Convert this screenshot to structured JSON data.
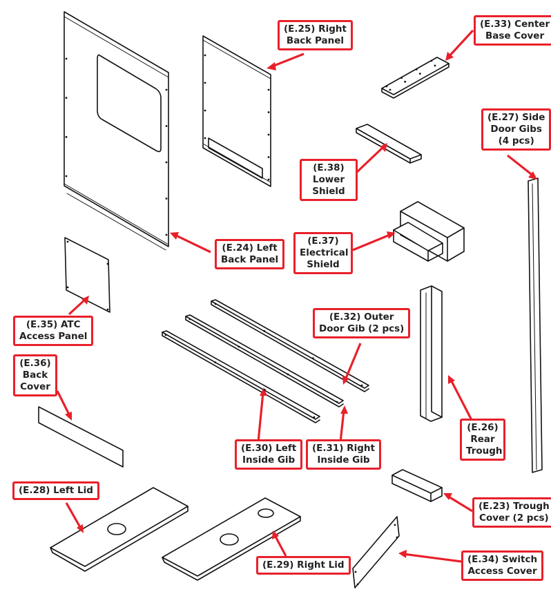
{
  "diagram": {
    "type": "exploded-parts-diagram",
    "accent_color": "#e8202a",
    "line_color": "#111111",
    "parts": [
      {
        "id": "E.24",
        "lines": [
          "(E.24) Left",
          "Back Panel"
        ]
      },
      {
        "id": "E.25",
        "lines": [
          "(E.25) Right",
          "Back Panel"
        ]
      },
      {
        "id": "E.33",
        "lines": [
          "(E.33) Center",
          "Base Cover"
        ]
      },
      {
        "id": "E.27",
        "lines": [
          "(E.27) Side",
          "Door Gibs",
          "(4 pcs)"
        ]
      },
      {
        "id": "E.38",
        "lines": [
          "(E.38)",
          "Lower",
          "Shield"
        ]
      },
      {
        "id": "E.37",
        "lines": [
          "(E.37)",
          "Electrical",
          "Shield"
        ]
      },
      {
        "id": "E.35",
        "lines": [
          "(E.35) ATC",
          "Access Panel"
        ]
      },
      {
        "id": "E.32",
        "lines": [
          "(E.32) Outer",
          "Door Gib (2 pcs)"
        ]
      },
      {
        "id": "E.36",
        "lines": [
          "(E.36)",
          "Back",
          "Cover"
        ]
      },
      {
        "id": "E.30",
        "lines": [
          "(E.30) Left",
          "Inside Gib"
        ]
      },
      {
        "id": "E.31",
        "lines": [
          "(E.31) Right",
          "Inside Gib"
        ]
      },
      {
        "id": "E.26",
        "lines": [
          "(E.26)",
          "Rear",
          "Trough"
        ]
      },
      {
        "id": "E.28",
        "lines": [
          "(E.28) Left Lid"
        ]
      },
      {
        "id": "E.29",
        "lines": [
          "(E.29) Right Lid"
        ]
      },
      {
        "id": "E.23",
        "lines": [
          "(E.23) Trough",
          "Cover (2 pcs)"
        ]
      },
      {
        "id": "E.34",
        "lines": [
          "(E.34) Switch",
          "Access Cover"
        ]
      }
    ]
  }
}
